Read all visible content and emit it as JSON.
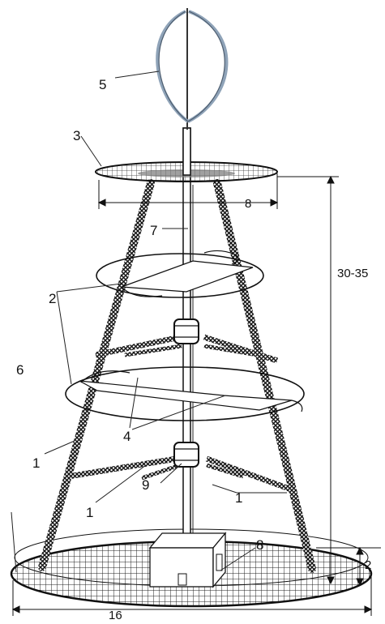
{
  "labels": {
    "l1a": "1",
    "l1b": "1",
    "l1c": "1",
    "l2": "2",
    "l3": "3",
    "l4": "4",
    "l5": "5",
    "l6": "6",
    "l7": "7",
    "l8": "8",
    "l9": "9"
  },
  "dimensions": {
    "top_diameter": "8",
    "height": "30-35",
    "base_diameter": "16",
    "base_height": "2"
  },
  "colors": {
    "line": "#222222",
    "blade": "#8fa3b8",
    "plate": "#777777"
  }
}
